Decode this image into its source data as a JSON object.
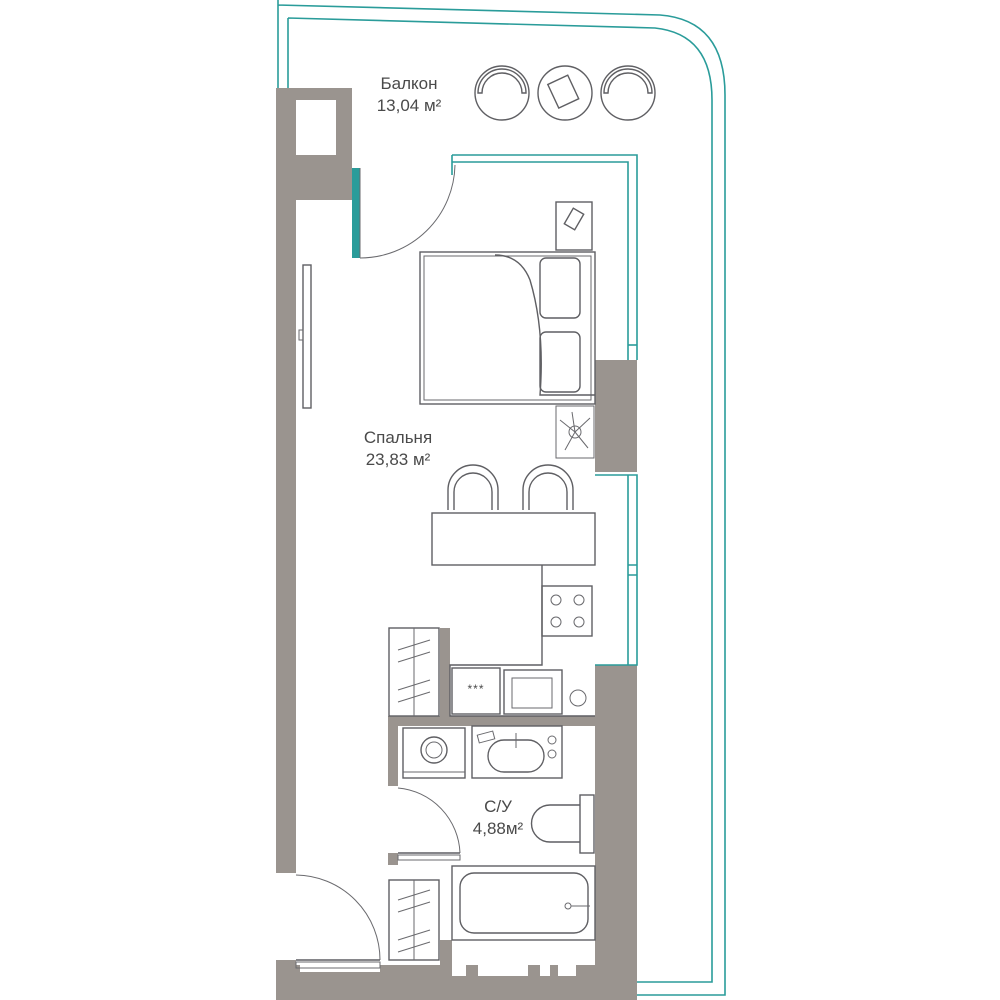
{
  "rooms": {
    "balcony": {
      "name": "Балкон",
      "area": "13,04 м²"
    },
    "bedroom": {
      "name": "Спальня",
      "area": "23,83 м²"
    },
    "bathroom": {
      "name": "С/У",
      "area": "4,88м²"
    }
  },
  "stove_label": "***",
  "colors": {
    "wall": "#9a948f",
    "line": "#5f5f63",
    "window": "#2a9c9a",
    "background": "#ffffff"
  }
}
